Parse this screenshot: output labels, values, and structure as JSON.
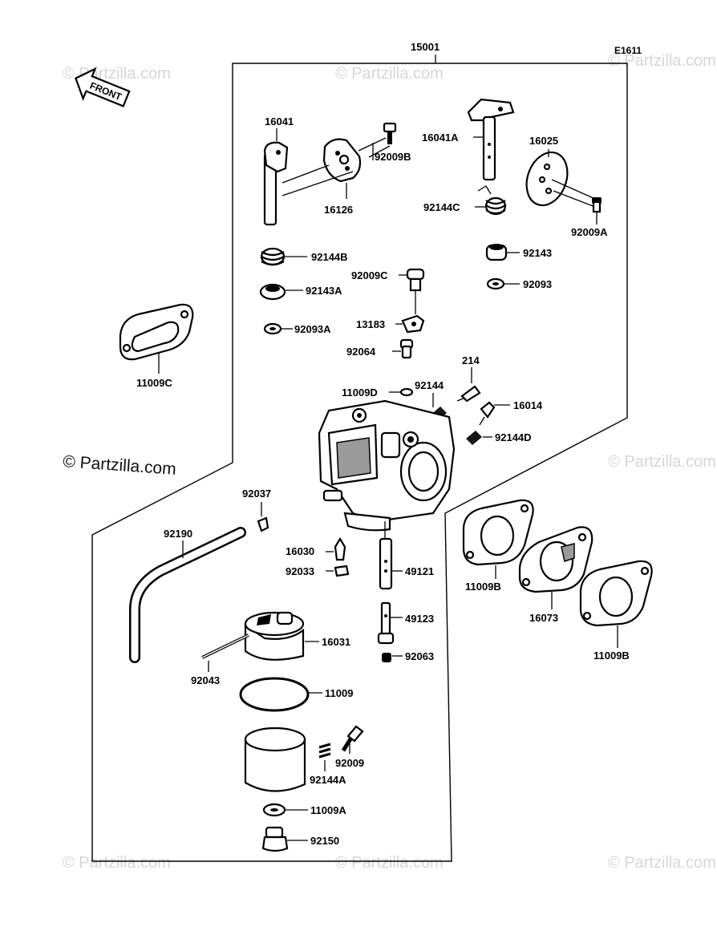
{
  "diagram": {
    "code": "E1611",
    "front_label": "FRONT",
    "assembly_number": "15001",
    "watermarks": {
      "main": "© Partzilla.com",
      "faint": "© Partzilla.com"
    },
    "parts": {
      "p16041": "16041",
      "p92009B": "92009B",
      "p16126": "16126",
      "p16041A": "16041A",
      "p16025": "16025",
      "p92144C": "92144C",
      "p92009A": "92009A",
      "p92144B": "92144B",
      "p92143": "92143",
      "p92009C": "92009C",
      "p92143A": "92143A",
      "p92093": "92093",
      "p13183": "13183",
      "p92093A": "92093A",
      "p92064": "92064",
      "p11009C": "11009C",
      "p214": "214",
      "p11009D": "11009D",
      "p92144": "92144",
      "p16014": "16014",
      "p92144D": "92144D",
      "p92037": "92037",
      "p92190": "92190",
      "p16030": "16030",
      "p92033": "92033",
      "p49121": "49121",
      "p11009B_a": "11009B",
      "p16073": "16073",
      "p11009B_b": "11009B",
      "p49123": "49123",
      "p16031": "16031",
      "p92063": "92063",
      "p92043": "92043",
      "p11009": "11009",
      "p92009": "92009",
      "p92144A": "92144A",
      "p11009A": "11009A",
      "p92150": "92150"
    }
  }
}
